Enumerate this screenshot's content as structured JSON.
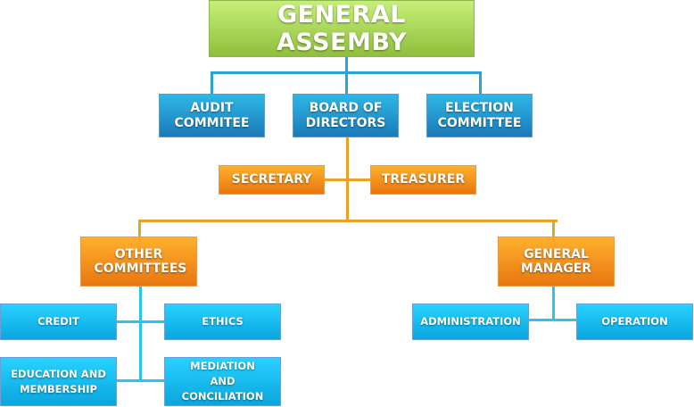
{
  "diagram": {
    "type": "organization-chart",
    "root": {
      "label": "GENERAL ASSEMBY",
      "color": "#a6d45a"
    },
    "level1": [
      {
        "label": "AUDIT COMMITEE",
        "color": "#1f8fcb"
      },
      {
        "label": "BOARD OF DIRECTORS",
        "color": "#1f8fcb"
      },
      {
        "label": "ELECTION COMMITTEE",
        "color": "#1f8fcb"
      }
    ],
    "officers": [
      {
        "label": "SECRETARY",
        "color": "#f28f1c"
      },
      {
        "label": "TREASURER",
        "color": "#f28f1c"
      }
    ],
    "level2": [
      {
        "label": "OTHER COMMITTEES",
        "color": "#f28f1c"
      },
      {
        "label": "GENERAL MANAGER",
        "color": "#f28f1c"
      }
    ],
    "committees": [
      {
        "label": "CREDIT"
      },
      {
        "label": "ETHICS"
      },
      {
        "label": "EDUCATION AND MEMBERSHIP"
      },
      {
        "label": "MEDIATION AND CONCILIATION"
      }
    ],
    "management": [
      {
        "label": "ADMINISTRATION"
      },
      {
        "label": "OPERATION"
      }
    ],
    "edges": [
      [
        "GENERAL ASSEMBY",
        "AUDIT COMMITEE"
      ],
      [
        "GENERAL ASSEMBY",
        "BOARD OF DIRECTORS"
      ],
      [
        "GENERAL ASSEMBY",
        "ELECTION COMMITTEE"
      ],
      [
        "BOARD OF DIRECTORS",
        "SECRETARY"
      ],
      [
        "BOARD OF DIRECTORS",
        "TREASURER"
      ],
      [
        "BOARD OF DIRECTORS",
        "OTHER COMMITTEES"
      ],
      [
        "BOARD OF DIRECTORS",
        "GENERAL MANAGER"
      ],
      [
        "OTHER COMMITTEES",
        "CREDIT"
      ],
      [
        "OTHER COMMITTEES",
        "ETHICS"
      ],
      [
        "OTHER COMMITTEES",
        "EDUCATION AND MEMBERSHIP"
      ],
      [
        "OTHER COMMITTEES",
        "MEDIATION AND CONCILIATION"
      ],
      [
        "GENERAL MANAGER",
        "ADMINISTRATION"
      ],
      [
        "GENERAL MANAGER",
        "OPERATION"
      ]
    ]
  }
}
